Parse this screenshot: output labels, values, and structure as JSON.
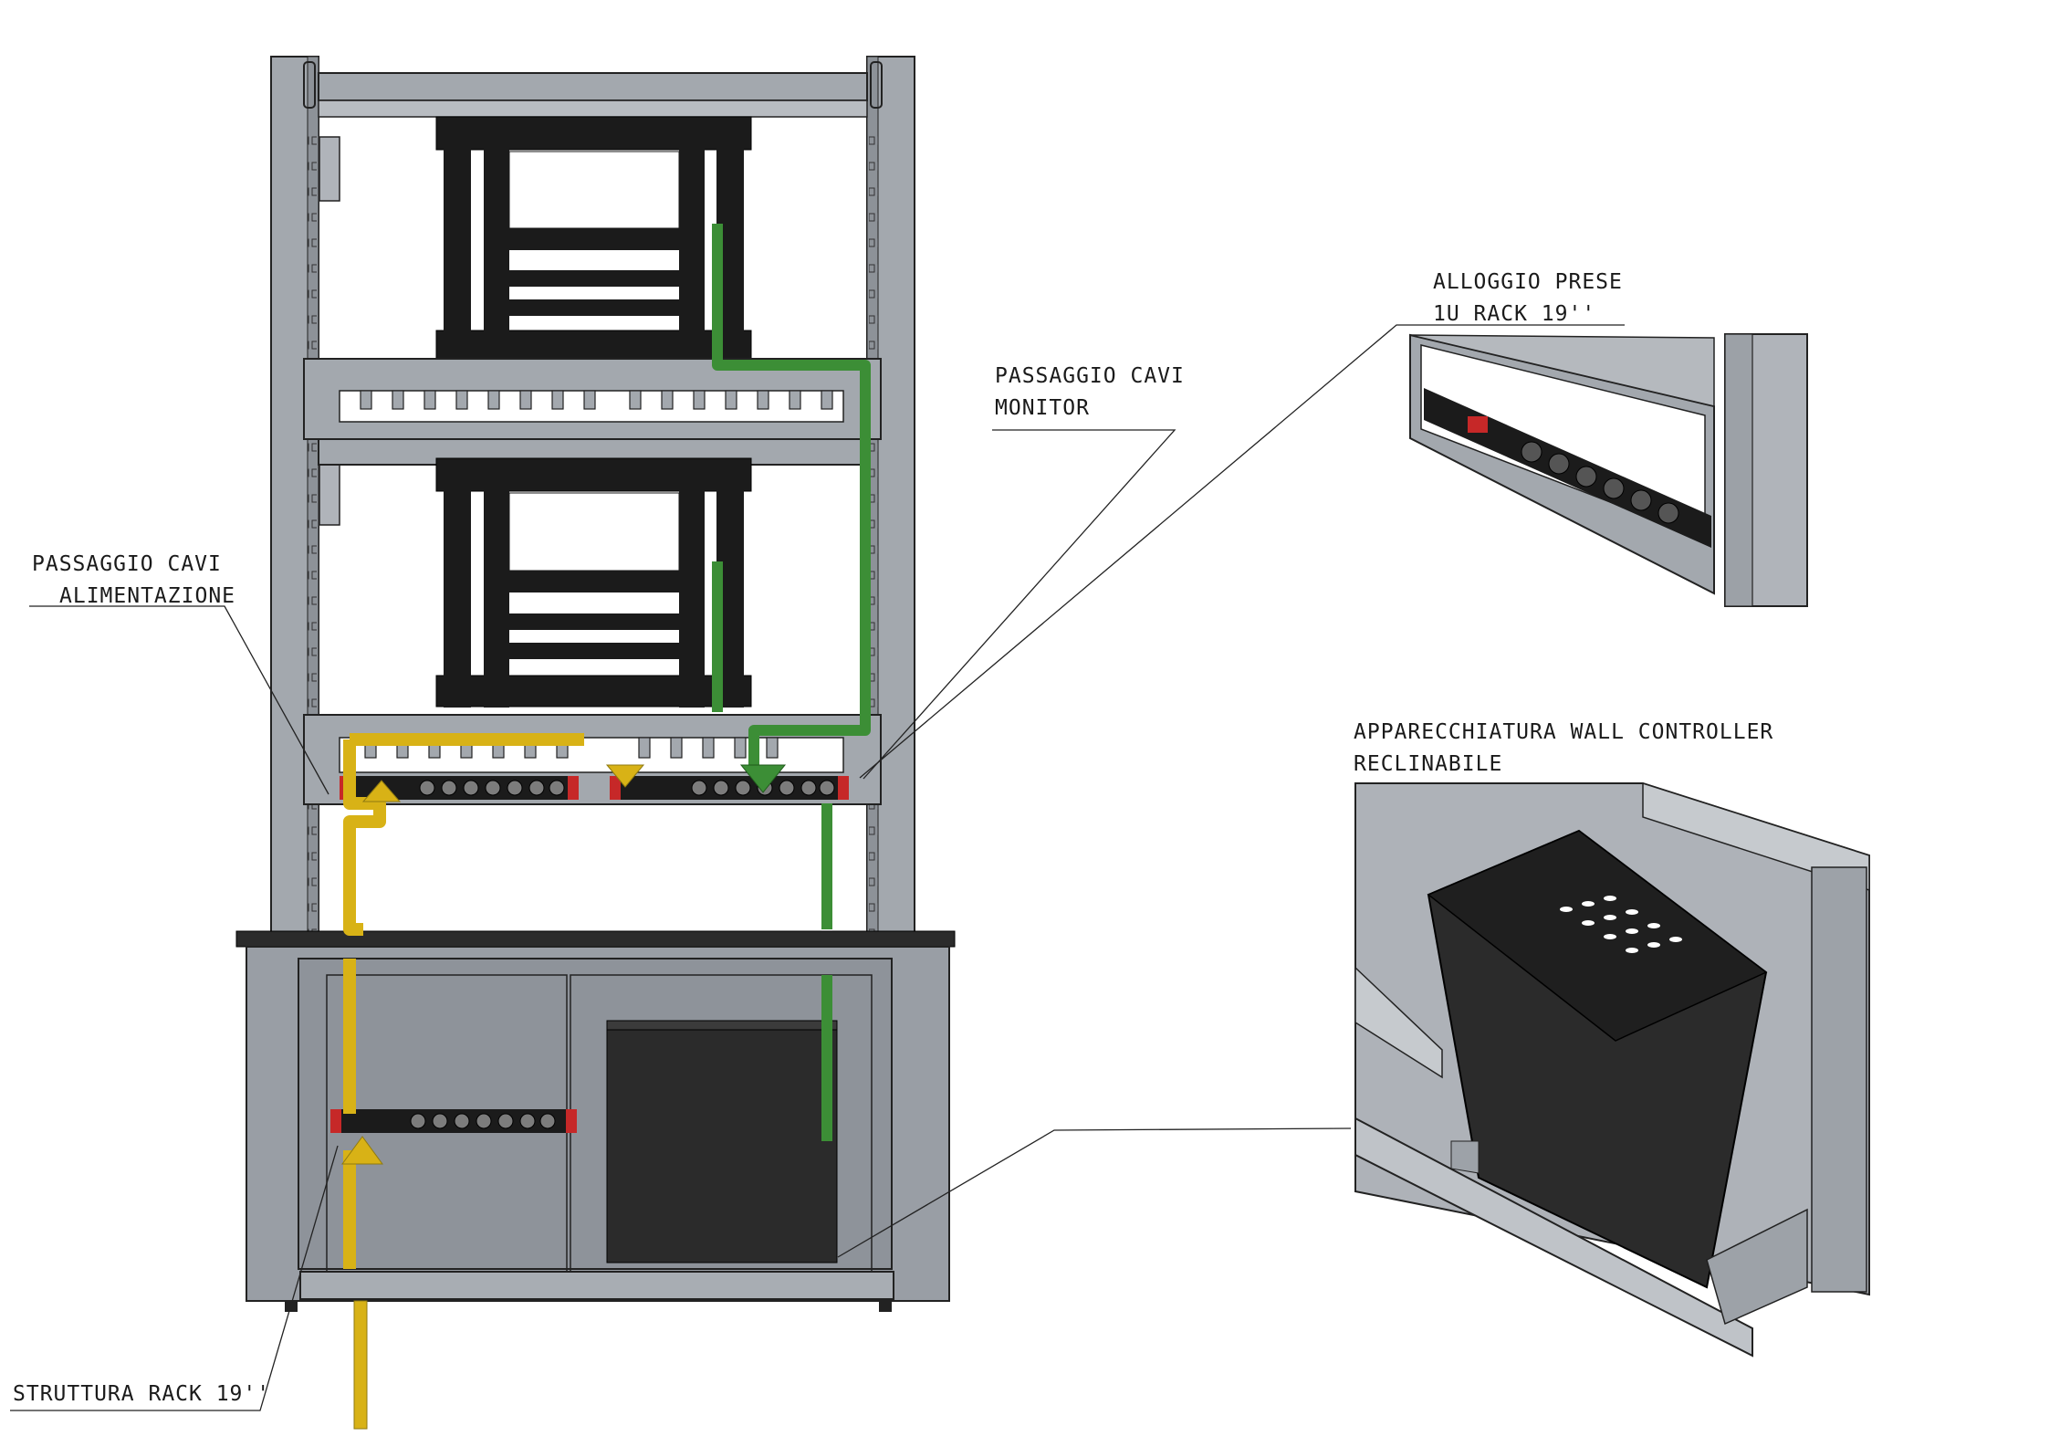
{
  "labels": {
    "passaggio_cavi_monitor": [
      "PASSAGGIO CAVI",
      "MONITOR"
    ],
    "passaggio_cavi_alimentazione": [
      "PASSAGGIO CAVI",
      "ALIMENTAZIONE"
    ],
    "struttura_rack": "STRUTTURA RACK 19''",
    "alloggio_prese": [
      "ALLOGGIO PRESE",
      "1U RACK 19''"
    ],
    "apparecchiatura": [
      "APPARECCHIATURA WALL CONTROLLER",
      "RECLINABILE"
    ]
  },
  "colors": {
    "rack_frame": "#9fa4aa",
    "rack_dark": "#8a8f95",
    "bracket": "#1b1b1b",
    "power_cable": "#d8b216",
    "monitor_cable": "#3c8e36",
    "socket_red": "#c62828",
    "cabinet": "#8e939a",
    "device_box": "#2b2b2b"
  },
  "icons": {
    "power_arrow": "arrow-icon",
    "monitor_arrow": "arrow-icon"
  }
}
